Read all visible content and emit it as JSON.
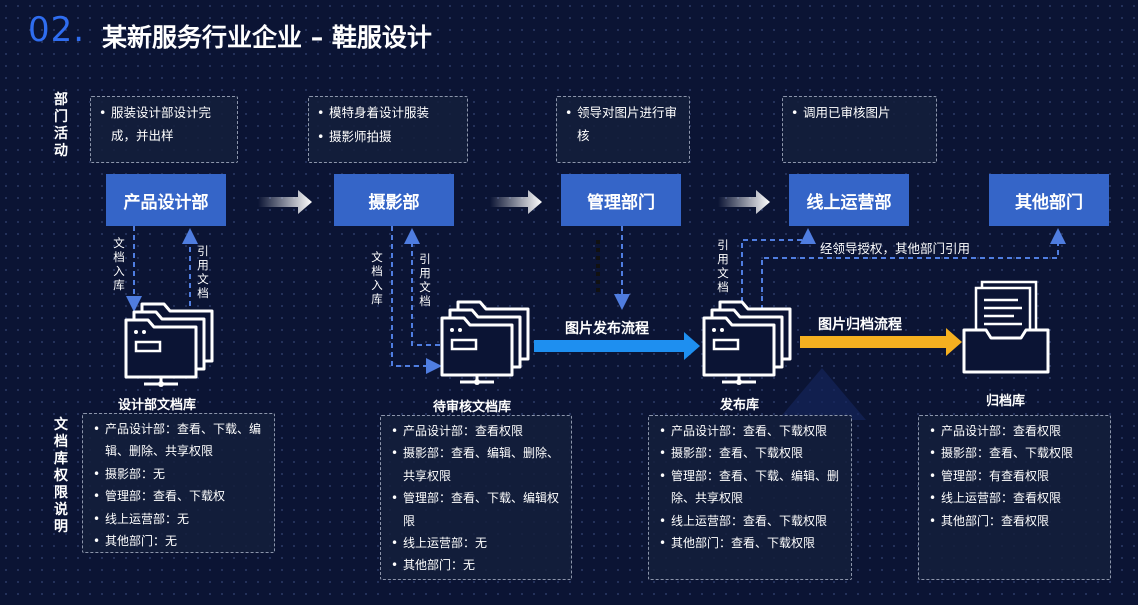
{
  "title": {
    "number": "02.",
    "text": "某新服务行业企业 – 鞋服设计"
  },
  "row_labels": {
    "activities": "部门活动",
    "permissions": "文档库权限说明"
  },
  "activities": [
    [
      "服装设计部设计完成，并出样"
    ],
    [
      "模特身着设计服装",
      "摄影师拍摄"
    ],
    [
      "领导对图片进行审核"
    ],
    [
      "调用已审核图片"
    ]
  ],
  "departments": [
    "产品设计部",
    "摄影部",
    "管理部门",
    "线上运营部",
    "其他部门"
  ],
  "libraries": [
    "设计部文档库",
    "待审核文档库",
    "发布库",
    "归档库"
  ],
  "flow_labels": {
    "publish": "图片发布流程",
    "archive": "图片归档流程"
  },
  "link_labels": {
    "store": "文档入库",
    "cite": "引用文档",
    "authorized": "经领导授权，其他部门引用"
  },
  "permissions": [
    [
      "产品设计部：查看、下载、编辑、删除、共享权限",
      "摄影部：无",
      "管理部：查看、下载权",
      "线上运营部：无",
      "其他部门：无"
    ],
    [
      "产品设计部：查看权限",
      "摄影部：查看、编辑、删除、共享权限",
      "管理部：查看、下载、编辑权限",
      "线上运营部：无",
      "其他部门：无"
    ],
    [
      "产品设计部：查看、下载权限",
      "摄影部：查看、下载权限",
      "管理部：查看、下载、编辑、删除、共享权限",
      "线上运营部：查看、下载权限",
      "其他部门：查看、下载权限"
    ],
    [
      "产品设计部：查看权限",
      "摄影部：查看、下载权限",
      "管理部：有查看权限",
      "线上运营部：查看权限",
      "其他部门：查看权限"
    ]
  ],
  "colors": {
    "dept_fill": "#3565c8",
    "publish_arrow": "#1e8ff0",
    "archive_arrow": "#f5b020",
    "dashed_line": "#4f7de0"
  },
  "icons": [
    "folder-server-icon",
    "folder-server-icon",
    "folder-server-icon",
    "archive-box-icon"
  ]
}
